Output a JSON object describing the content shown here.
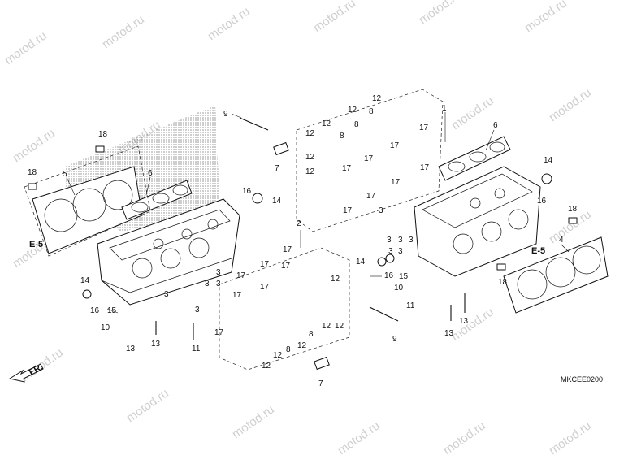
{
  "watermark": "motod.ru",
  "diagram_code": "MKCEE0200",
  "front_marker": "FR.",
  "ref_tag": "E-5",
  "callout_numbers": {
    "c1": "1",
    "c2": "2",
    "c3": "3",
    "c4": "4",
    "c5": "5",
    "c6": "6",
    "c7": "7",
    "c8": "8",
    "c9": "9",
    "c10": "10",
    "c11": "11",
    "c12": "12",
    "c13": "13",
    "c14": "14",
    "c15": "15",
    "c16": "16",
    "c17": "17",
    "c18": "18"
  }
}
